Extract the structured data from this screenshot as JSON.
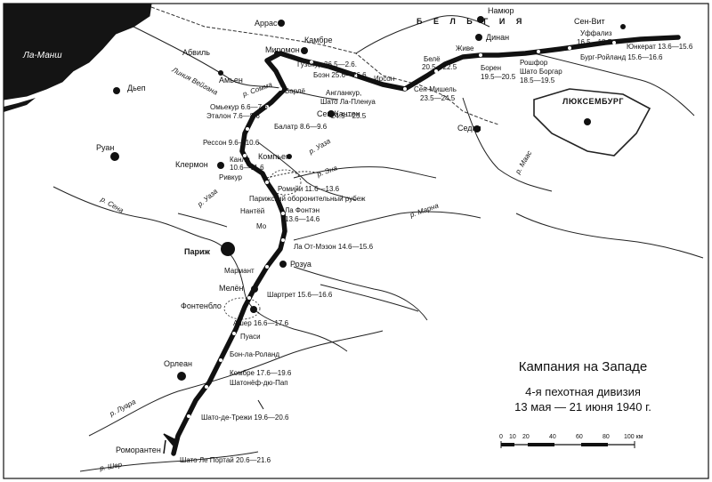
{
  "title": {
    "main": "Кампания на Западе",
    "line1": "4-я пехотная дивизия",
    "line2": "13 мая — 21 июня 1940 г."
  },
  "sea": "Ла-Манш",
  "countries": {
    "belgium": "Б Е Л Ь Г И Я",
    "luxembourg": "ЛЮКСЕМБУРГ"
  },
  "cities": {
    "namur": "Намюр",
    "dinant": "Динан",
    "saint_vith": "Сен-Вит",
    "arras": "Аррас",
    "cambrai": "Камбре",
    "abbeville": "Абвиль",
    "amiens": "Амьен",
    "dieppe": "Дьеп",
    "rouen": "Руан",
    "clermont": "Клермон",
    "paris": "Париж",
    "melun": "Мелён",
    "fontainebleau": "Фонтенбло",
    "orleans": "Орлеан",
    "romorantin": "Роморантен",
    "sedan": "Седан",
    "saint_quentin": "Сен-Кантен",
    "mironmont": "Миромон",
    "rosoy": "Розуа",
    "compiegne": "Компьен"
  },
  "route_labels": {
    "ufaliz": "Уффализ",
    "ufaliz_dates": "16.5—18.5",
    "junkerath": "Юнкерат 13.6—15.6",
    "burg_reuland": "Бург-Ройланд 15.6—16.6",
    "givet": "Живе",
    "bele": "Белё",
    "bele_dates": "20.5—22.5",
    "boren": "Борен",
    "boren_dates": "19.5—20.5",
    "rochefort": "Рошфор",
    "chateau_borgar": "Шато Боргар",
    "rochefort_dates": "18.5—19.5",
    "guzokur": "Гузокур 26.5—2.6.",
    "boen": "Боэн 25.6—26.6",
    "irson": "Ирсон",
    "saint_michel": "Сен-Мишель",
    "saint_michel_dates": "23.5—24.5",
    "barle": "Барлё",
    "englancourt": "Англанкур,",
    "chateau_plenu": "Шато Ла-Пленуа",
    "englancourt_dates": "24.5—25.5",
    "omiekour": "Омьекур 6.6—7.6",
    "etalon": "Эталон 7.6—8.6",
    "balatr": "Балатр 8.6—9.6",
    "resson": "Рессон 9.6—10.6",
    "kanli": "Канли",
    "kanli_dates": "10.6—11.6",
    "rivkur": "Ривкур",
    "romiyi": "Ромийи 11.6—13.6",
    "defense_line": "Парижский оборонительный рубеж",
    "nanteuil": "Нантёй",
    "la_fonten": "Ла Фонтэн",
    "la_fonten_dates": "13.6—14.6",
    "mo": "Мо",
    "la_ot_mezon": "Ла От-Мэзон 14.6—15.6",
    "marmant": "Мармант",
    "shartret": "Шартрет 15.6—16.6",
    "ashe": "Ашер 16.6—17.6",
    "puasi": "Пуаси",
    "bon_la_roland": "Бон-ла-Роланд",
    "kombre": "Комбре 17.6—19.6",
    "shatonef": "Шатонёф-дю-Пап",
    "chateau_trezhi": "Шато-де-Трежи 19.6—20.6",
    "chateau_portai": "Шато Ле Портай 20.6—21.6",
    "veigand": "Линия Вейгана"
  },
  "rivers": {
    "somme": "р. Сомма",
    "oise_n": "р. Уаза",
    "aisne": "р. Эна",
    "oise_s": "р. Уаза",
    "seine": "р. Сена",
    "marne": "р. Марна",
    "meuse": "р. Маас",
    "loire": "р. Луара",
    "cher": "р. Шер"
  },
  "scale": {
    "ticks": [
      "0",
      "10",
      "20",
      "40",
      "60",
      "80",
      "100 км"
    ]
  }
}
